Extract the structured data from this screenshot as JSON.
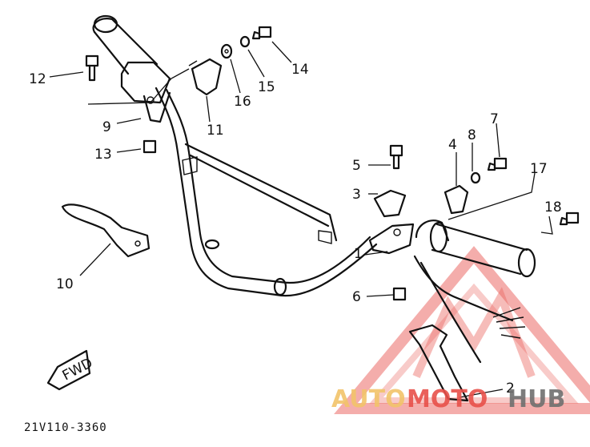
{
  "diagram": {
    "part_labels": [
      "1",
      "2",
      "3",
      "4",
      "5",
      "6",
      "7",
      "8",
      "9",
      "10",
      "11",
      "12",
      "13",
      "14",
      "15",
      "16",
      "17",
      "18"
    ],
    "fwd_label": "FWD",
    "figure_code": "21V110-3360"
  },
  "watermark": {
    "text_left": "AUTO",
    "text_mid": "MOTO",
    "text_right": "HUB",
    "color_primary": "#e8504a",
    "color_secondary": "#f2c46a",
    "color_dark": "#6f6f6f"
  }
}
